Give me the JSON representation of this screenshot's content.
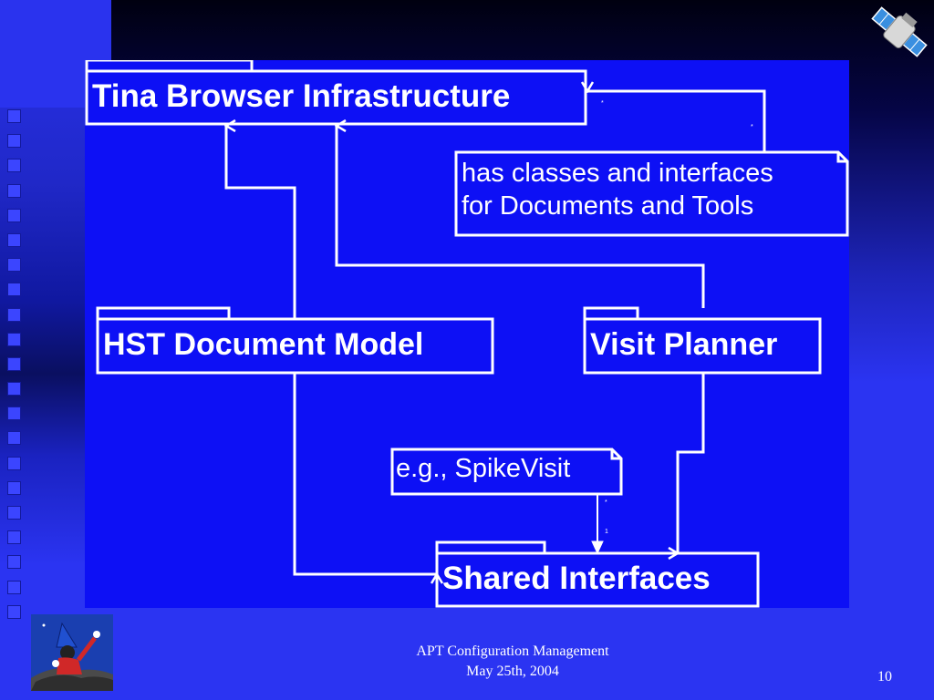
{
  "diagram": {
    "packages": {
      "tina": "Tina Browser Infrastructure",
      "hst": "HST Document Model",
      "visit": "Visit Planner",
      "shared": "Shared Interfaces"
    },
    "notes": {
      "tina_note_line1": "has classes and interfaces",
      "tina_note_line2": "for Documents and Tools",
      "spike_note": "e.g., SpikeVisit"
    },
    "multiplicities": {
      "note_to_shared_star": "*",
      "note_to_shared_one": "1",
      "tina_star_a": "*",
      "tina_star_b": "*"
    }
  },
  "footer": {
    "title_line1": "APT Configuration Management",
    "title_line2": "May 25th, 2004",
    "page_number": "10"
  },
  "icons": [
    "wizard-mascot-icon",
    "satellite-icon"
  ],
  "colors": {
    "diagram_background": "#0d10f5",
    "slide_background": "#2b34f2",
    "line_color": "#ffffff"
  }
}
